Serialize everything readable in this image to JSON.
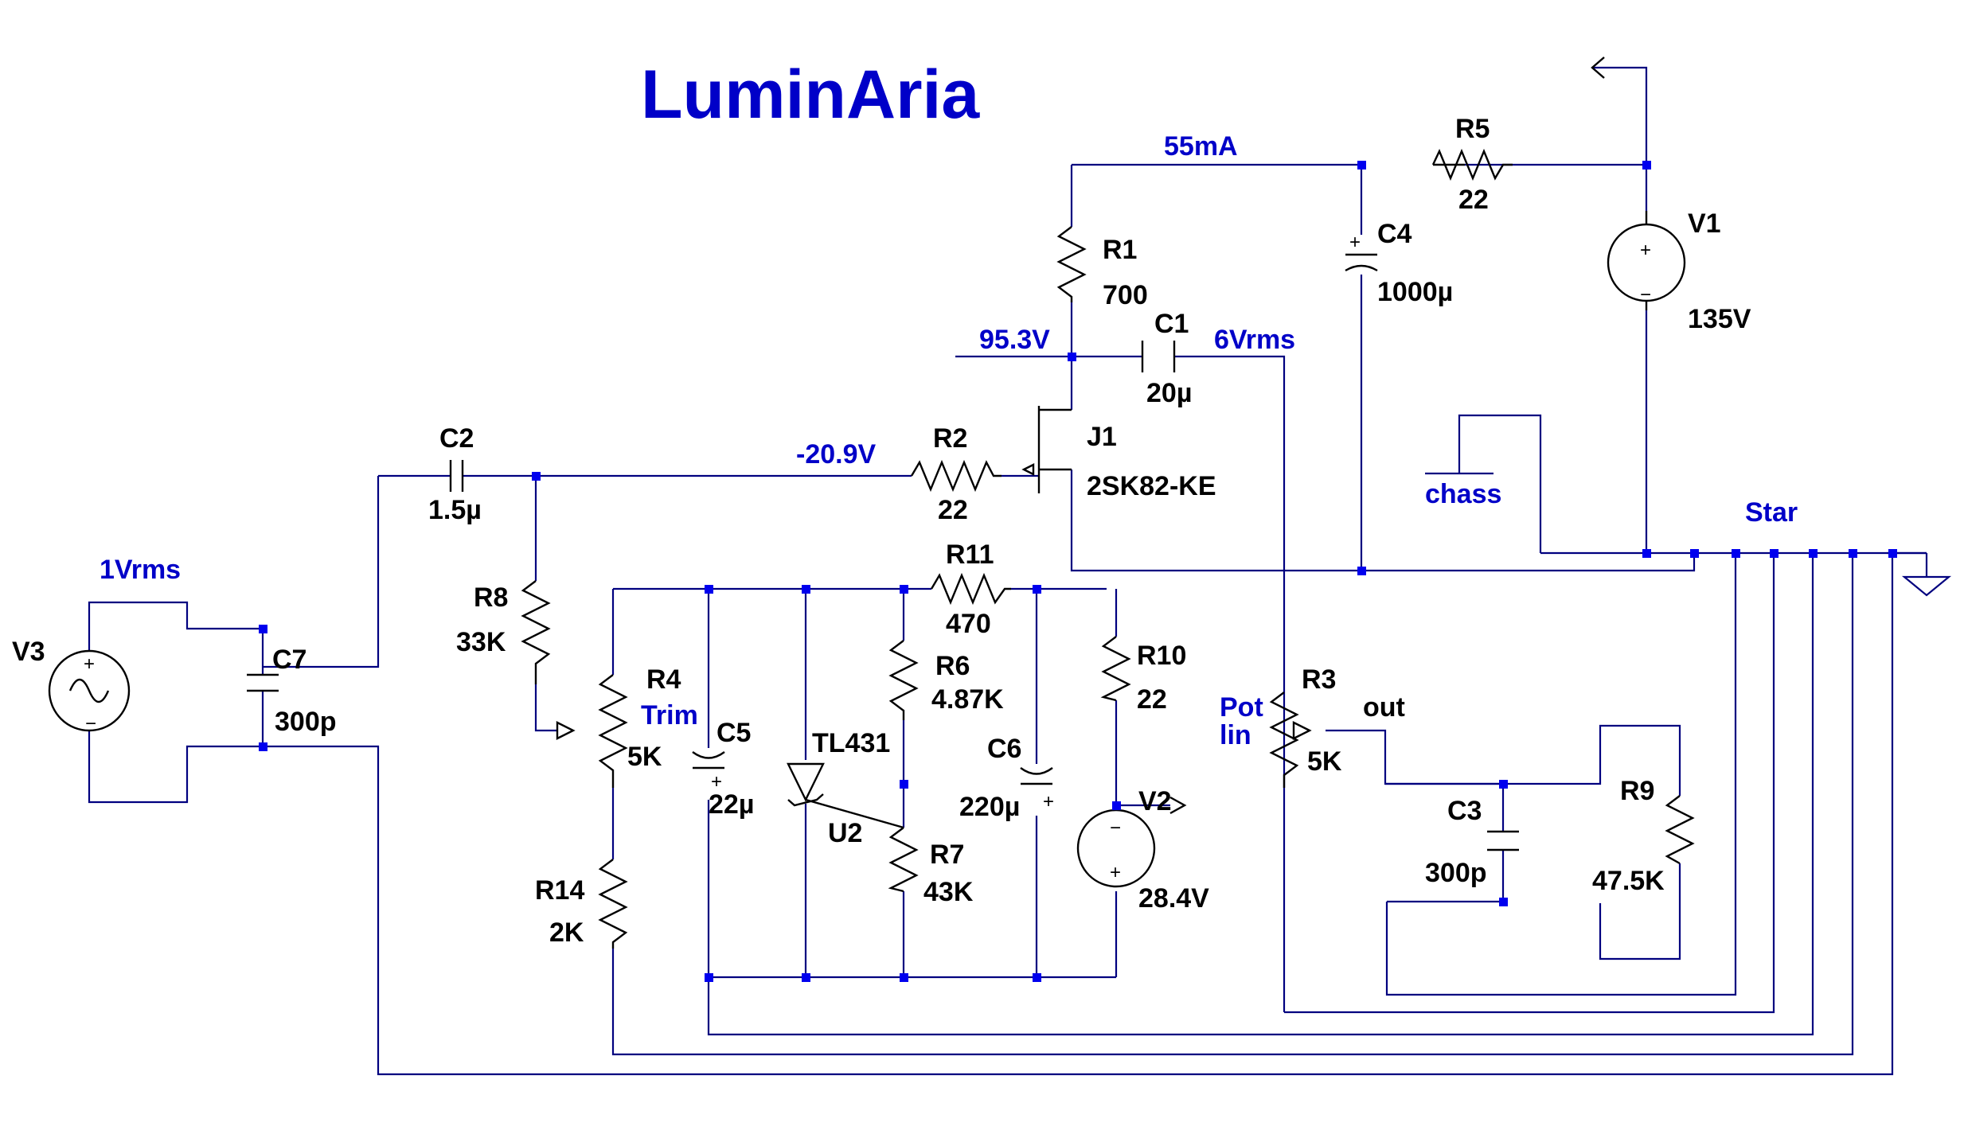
{
  "title": "LuminAria",
  "net_labels": {
    "supply_current": "55mA",
    "drain_voltage": "95.3V",
    "output_signal": "6Vrms",
    "gate_voltage": "-20.9V",
    "input_signal": "1Vrms",
    "chassis": "chass",
    "star": "Star",
    "trim": "Trim",
    "pot": "Pot",
    "pot_taper": "lin",
    "out": "out"
  },
  "components": {
    "R5": {
      "ref": "R5",
      "value": "22"
    },
    "V1": {
      "ref": "V1",
      "value": "135V"
    },
    "C4": {
      "ref": "C4",
      "value": "1000µ"
    },
    "R1": {
      "ref": "R1",
      "value": "700"
    },
    "C1": {
      "ref": "C1",
      "value": "20µ"
    },
    "J1": {
      "ref": "J1",
      "value": "2SK82-KE"
    },
    "R2": {
      "ref": "R2",
      "value": "22"
    },
    "C2": {
      "ref": "C2",
      "value": "1.5µ"
    },
    "V3": {
      "ref": "V3",
      "value": ""
    },
    "C7": {
      "ref": "C7",
      "value": "300p"
    },
    "R8": {
      "ref": "R8",
      "value": "33K"
    },
    "R4": {
      "ref": "R4",
      "value": "5K"
    },
    "R14": {
      "ref": "R14",
      "value": "2K"
    },
    "C5": {
      "ref": "C5",
      "value": "22µ"
    },
    "U2": {
      "ref": "U2",
      "value": "TL431"
    },
    "R11": {
      "ref": "R11",
      "value": "470"
    },
    "R6": {
      "ref": "R6",
      "value": "4.87K"
    },
    "R7": {
      "ref": "R7",
      "value": "43K"
    },
    "C6": {
      "ref": "C6",
      "value": "220µ"
    },
    "R10": {
      "ref": "R10",
      "value": "22"
    },
    "V2": {
      "ref": "V2",
      "value": "28.4V"
    },
    "R3": {
      "ref": "R3",
      "value": "5K"
    },
    "C3": {
      "ref": "C3",
      "value": "300p"
    },
    "R9": {
      "ref": "R9",
      "value": "47.5K"
    }
  },
  "colors": {
    "wire": "#00007f",
    "junction": "#0000ee",
    "net_label": "#0000c8",
    "component": "#000000",
    "background": "#ffffff"
  }
}
